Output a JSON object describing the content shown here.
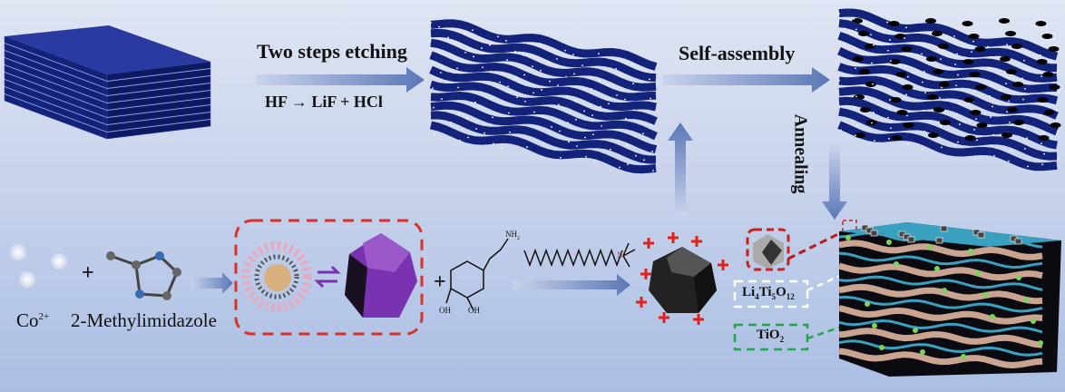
{
  "steps": {
    "etching_label": "Two steps etching",
    "etching_reaction": "HF → LiF + HCl",
    "assembly_label": "Self-assembly",
    "annealing_label": "Annealing"
  },
  "reactants": {
    "cobalt_ion": "Co",
    "cobalt_charge": "2+",
    "ligand": "2-Methylimidazole",
    "plus": "+",
    "amine_label": "NH",
    "amine_sub": "2",
    "hydroxyl_1": "OH",
    "hydroxyl_2": "OH",
    "nitrogen": "N",
    "nitrogen_charge": "+"
  },
  "products": {
    "lto_parts": [
      "Li",
      "4",
      "Ti",
      "5",
      "O",
      "12"
    ],
    "tio2_parts": [
      "TiO",
      "2"
    ]
  },
  "colors": {
    "mxene_blue": "#14237a",
    "zif_purple": "#7a33b0",
    "red_dash": "#d8322a",
    "green_dash": "#22a64a",
    "arrow": "#6c86bf",
    "layer_tan": "#c9a591",
    "layer_teal": "#3aa0c0"
  }
}
